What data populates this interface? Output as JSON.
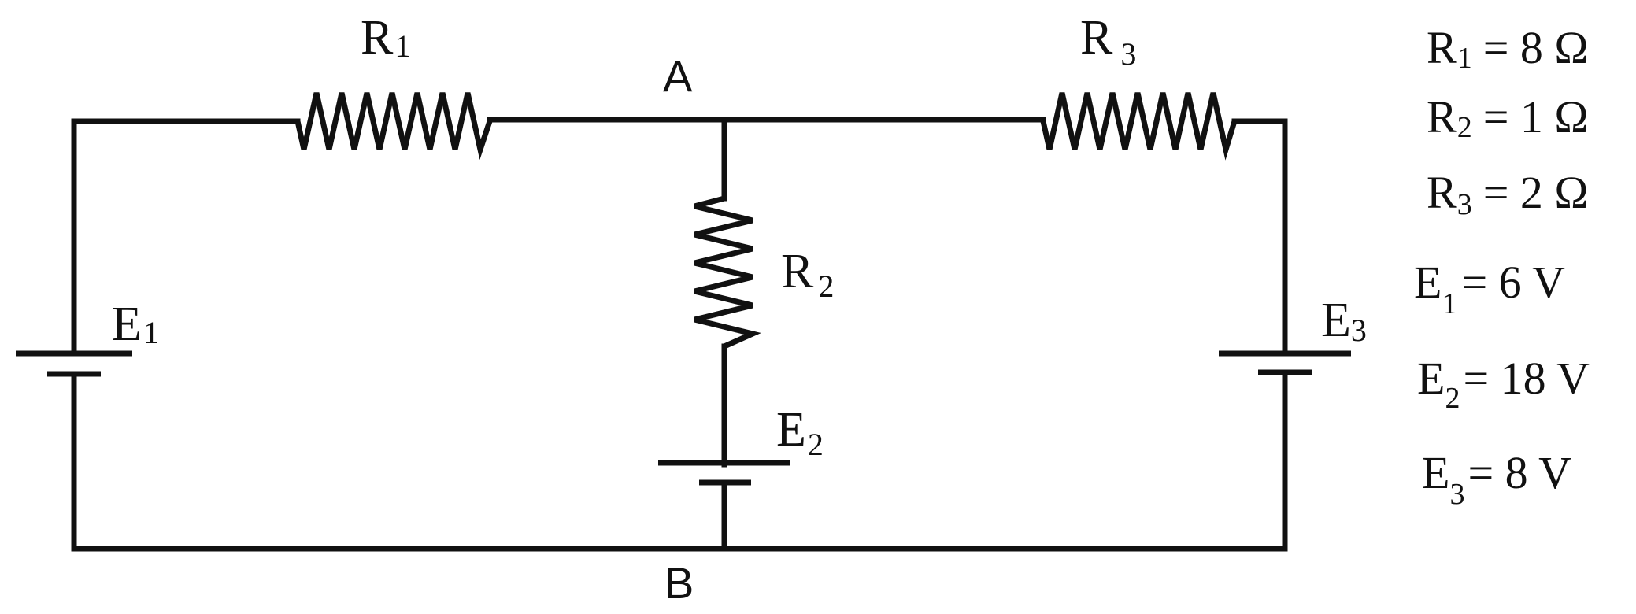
{
  "labels": {
    "r1": {
      "main": "R",
      "sub": "1"
    },
    "r2": {
      "main": "R",
      "sub": "2"
    },
    "r3": {
      "main": "R",
      "sub": "3"
    },
    "e1": {
      "main": "E",
      "sub": "1"
    },
    "e2": {
      "main": "E",
      "sub": "2"
    },
    "e3": {
      "main": "E",
      "sub": "3"
    },
    "node_a": "A",
    "node_b": "B"
  },
  "values": [
    {
      "main": "R",
      "sub": "1",
      "rest": "=  8 Ω"
    },
    {
      "main": "R",
      "sub": "2",
      "rest": "=  1 Ω"
    },
    {
      "main": "R",
      "sub": "3",
      "rest": "= 2 Ω"
    },
    {
      "main": "E",
      "sub": "1",
      "rest": "=  6  V"
    },
    {
      "main": "E",
      "sub": "2",
      "rest": "= 18 V"
    },
    {
      "main": "E",
      "sub": "3",
      "rest": "=   8 V"
    }
  ]
}
